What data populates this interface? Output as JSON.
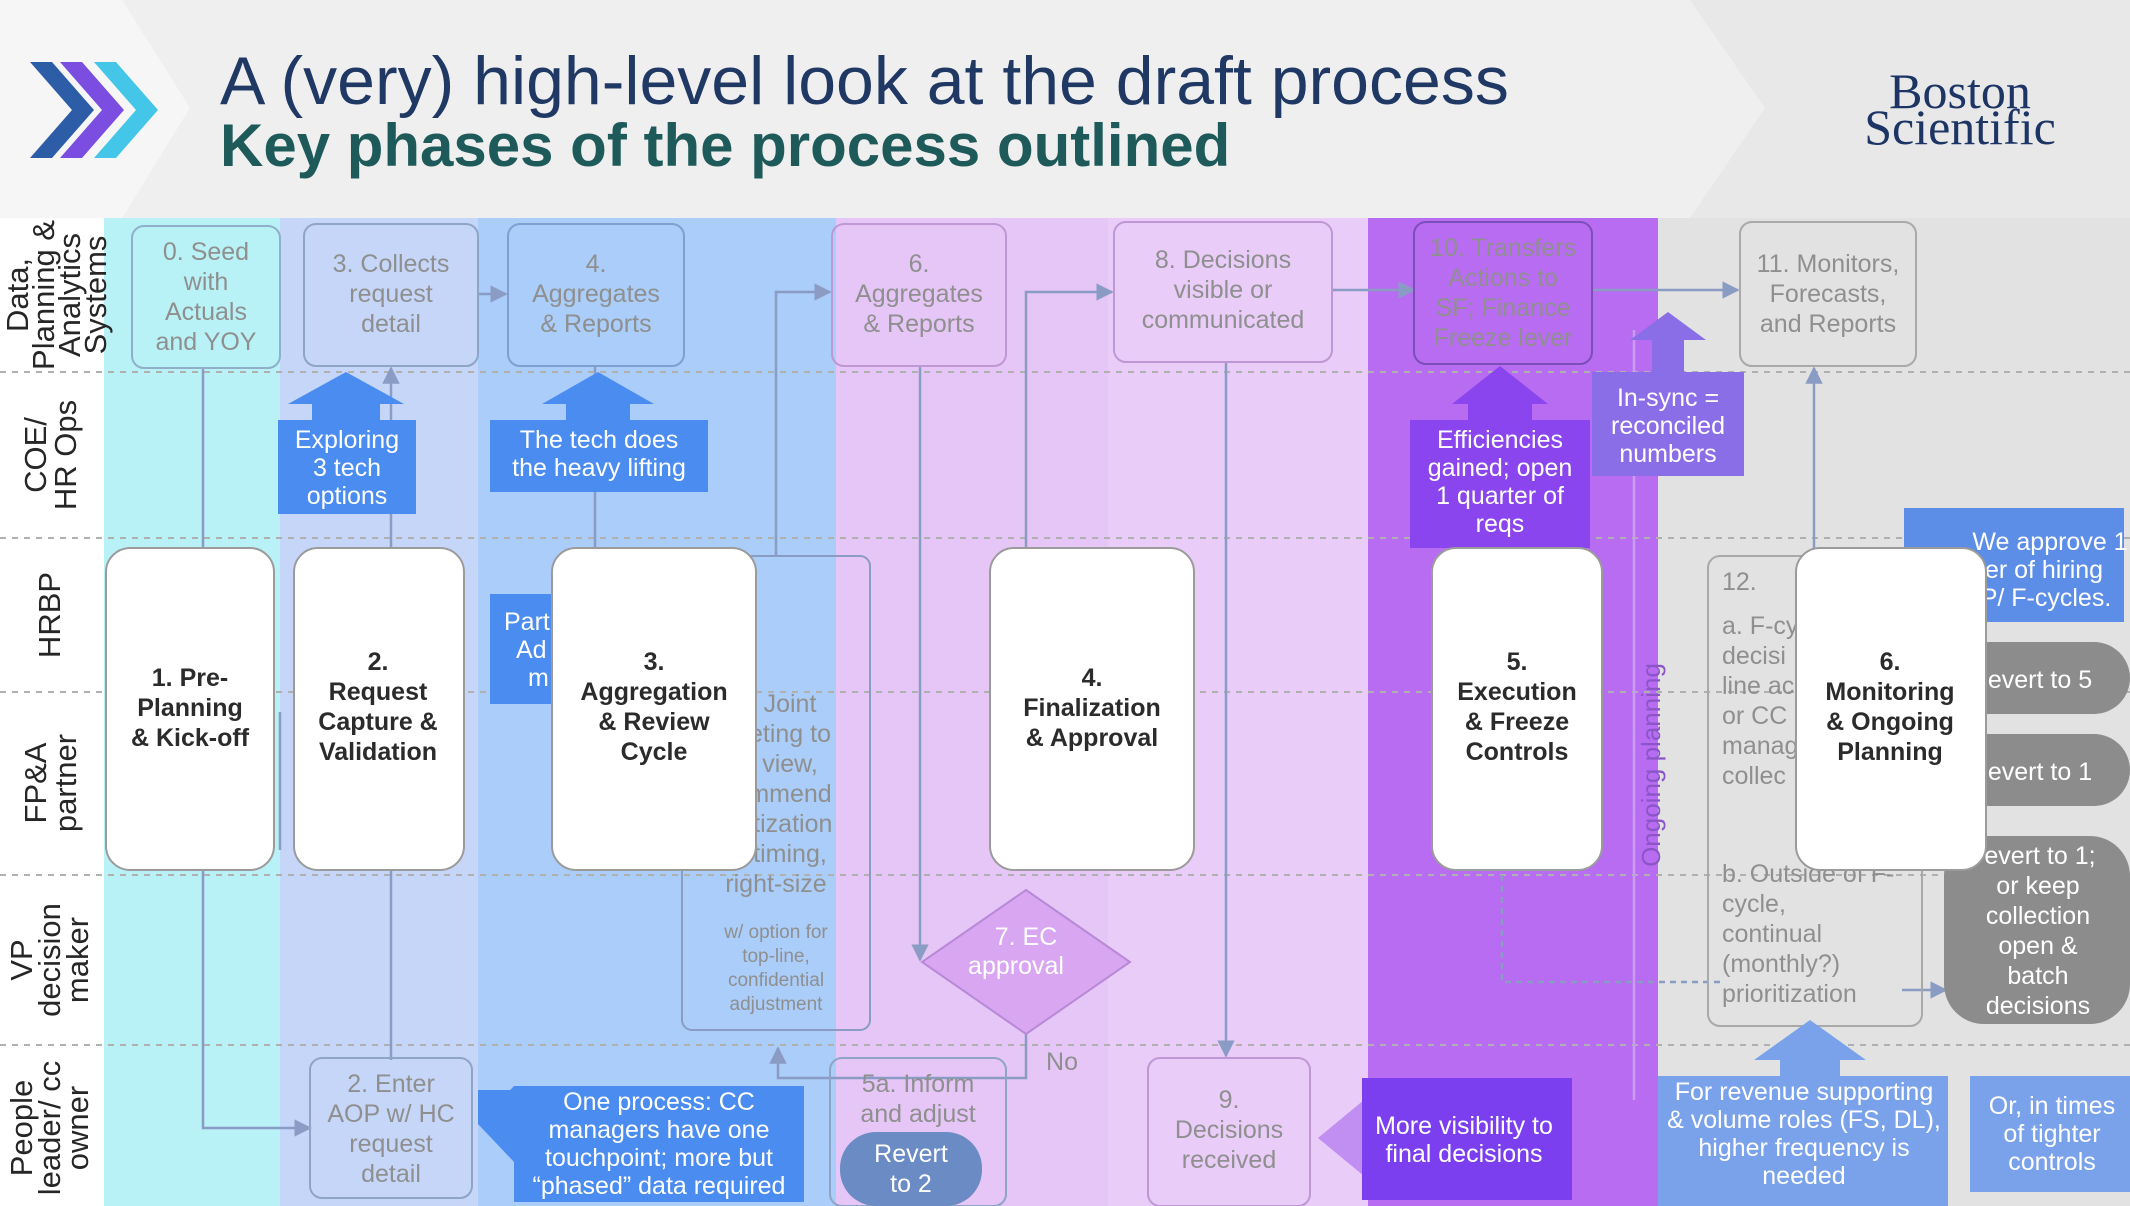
{
  "header": {
    "title": "A (very) high-level look at the draft process",
    "subtitle": "Key phases of the process outlined",
    "logo": [
      "Boston",
      "Scientific"
    ]
  },
  "lanes": [
    [
      "Data,",
      "Planning &",
      "Analytics",
      "Systems"
    ],
    [
      "COE/",
      "HR Ops"
    ],
    [
      "HRBP"
    ],
    [
      "FP&A",
      "partner"
    ],
    [
      "VP",
      "decision",
      "maker"
    ],
    [
      "People",
      "leader/ cc",
      "owner"
    ]
  ],
  "steps": {
    "s0": [
      "0. Seed",
      "with",
      "Actuals",
      "and YOY"
    ],
    "s3": [
      "3. Collects",
      "request",
      "detail"
    ],
    "s4": [
      "4.",
      "Aggregates",
      "& Reports"
    ],
    "s6": [
      "6.",
      "Aggregates",
      "& Reports"
    ],
    "s8": [
      "8. Decisions",
      "visible or",
      "communicated"
    ],
    "s10": [
      "10. Transfers",
      "Actions to",
      "SF; Finance",
      "Freeze lever"
    ],
    "s11": [
      "11. Monitors,",
      "Forecasts,",
      "and Reports"
    ],
    "s2": [
      "2. Enter",
      "AOP w/ HC",
      "request",
      "detail"
    ],
    "s5a": [
      "5a. Inform",
      "and adjust"
    ],
    "s5a_btn": [
      "Revert",
      "to 2"
    ],
    "s9": [
      "9.",
      "Decisions",
      "received"
    ],
    "s7": [
      "7. EC",
      "approval"
    ],
    "s7_no": "No",
    "s5joint": [
      "Joint",
      "eting to",
      "view,",
      "mmend",
      "itization",
      "timing,",
      "right-size"
    ],
    "s5joint_option": [
      "w/ option for",
      "top-line,",
      "confidential",
      "adjustment"
    ],
    "s12": {
      "num": "12.",
      "a": [
        "a. F-cy",
        "decisi",
        "line ac",
        "or CC",
        "manag",
        "collec"
      ],
      "b": [
        "b. Outside of F-",
        "cycle,",
        "continual",
        "(monthly?)",
        "prioritization"
      ]
    },
    "ongoing": "Ongoing planning"
  },
  "callouts": {
    "exploring": [
      "Exploring",
      "3 tech",
      "options"
    ],
    "techdoes": [
      "The tech does",
      "the heavy lifting"
    ],
    "partial": [
      "Part",
      "Ad",
      "m"
    ],
    "efficiencies": [
      "Efficiencies",
      "gained; open",
      "1 quarter of",
      "reqs"
    ],
    "insync": [
      "In-sync =",
      "reconciled",
      "numbers"
    ],
    "oneprocess": [
      "One process: CC",
      "managers have one",
      "touchpoint; more but",
      "“phased” data required"
    ],
    "morevis": [
      "More visibility to",
      "final decisions"
    ],
    "revenue": [
      "For revenue supporting",
      "& volume roles (FS, DL),",
      "higher frequency is",
      "needed"
    ],
    "ortimes": [
      "Or, in times",
      "of tighter",
      "controls"
    ],
    "approve": [
      "We approve 1",
      "er of hiring",
      "P/ F-cycles."
    ],
    "revert5": "evert to 5",
    "revert1": "evert to 1",
    "revertkeep": [
      "evert to 1;",
      "or keep",
      "collection",
      "open &",
      "batch",
      "decisions"
    ]
  },
  "phases": [
    [
      "1. Pre-",
      "Planning",
      "& Kick-off"
    ],
    [
      "2.",
      "Request",
      "Capture &",
      "Validation"
    ],
    [
      "3.",
      "Aggregation",
      "& Review",
      "Cycle"
    ],
    [
      "4.",
      "Finalization",
      "& Approval"
    ],
    [
      "5.",
      "Execution",
      "& Freeze",
      "Controls"
    ],
    [
      "6.",
      "Monitoring",
      "& Ongoing",
      "Planning"
    ]
  ],
  "colors": {
    "header_bg": "#efefef",
    "title": "#1f3864",
    "subtitle": "#1e5a5a",
    "col1": "#b8f2f7",
    "col2": "#c5d6f8",
    "col3": "#aacdf9",
    "col4": "#e6c6f7",
    "col5": "#e9ccf8",
    "col6": "#b86cf2",
    "col7": "#e2e2e2",
    "callout_blue": "#4a8cf0",
    "callout_purple": "#8a45ee"
  }
}
